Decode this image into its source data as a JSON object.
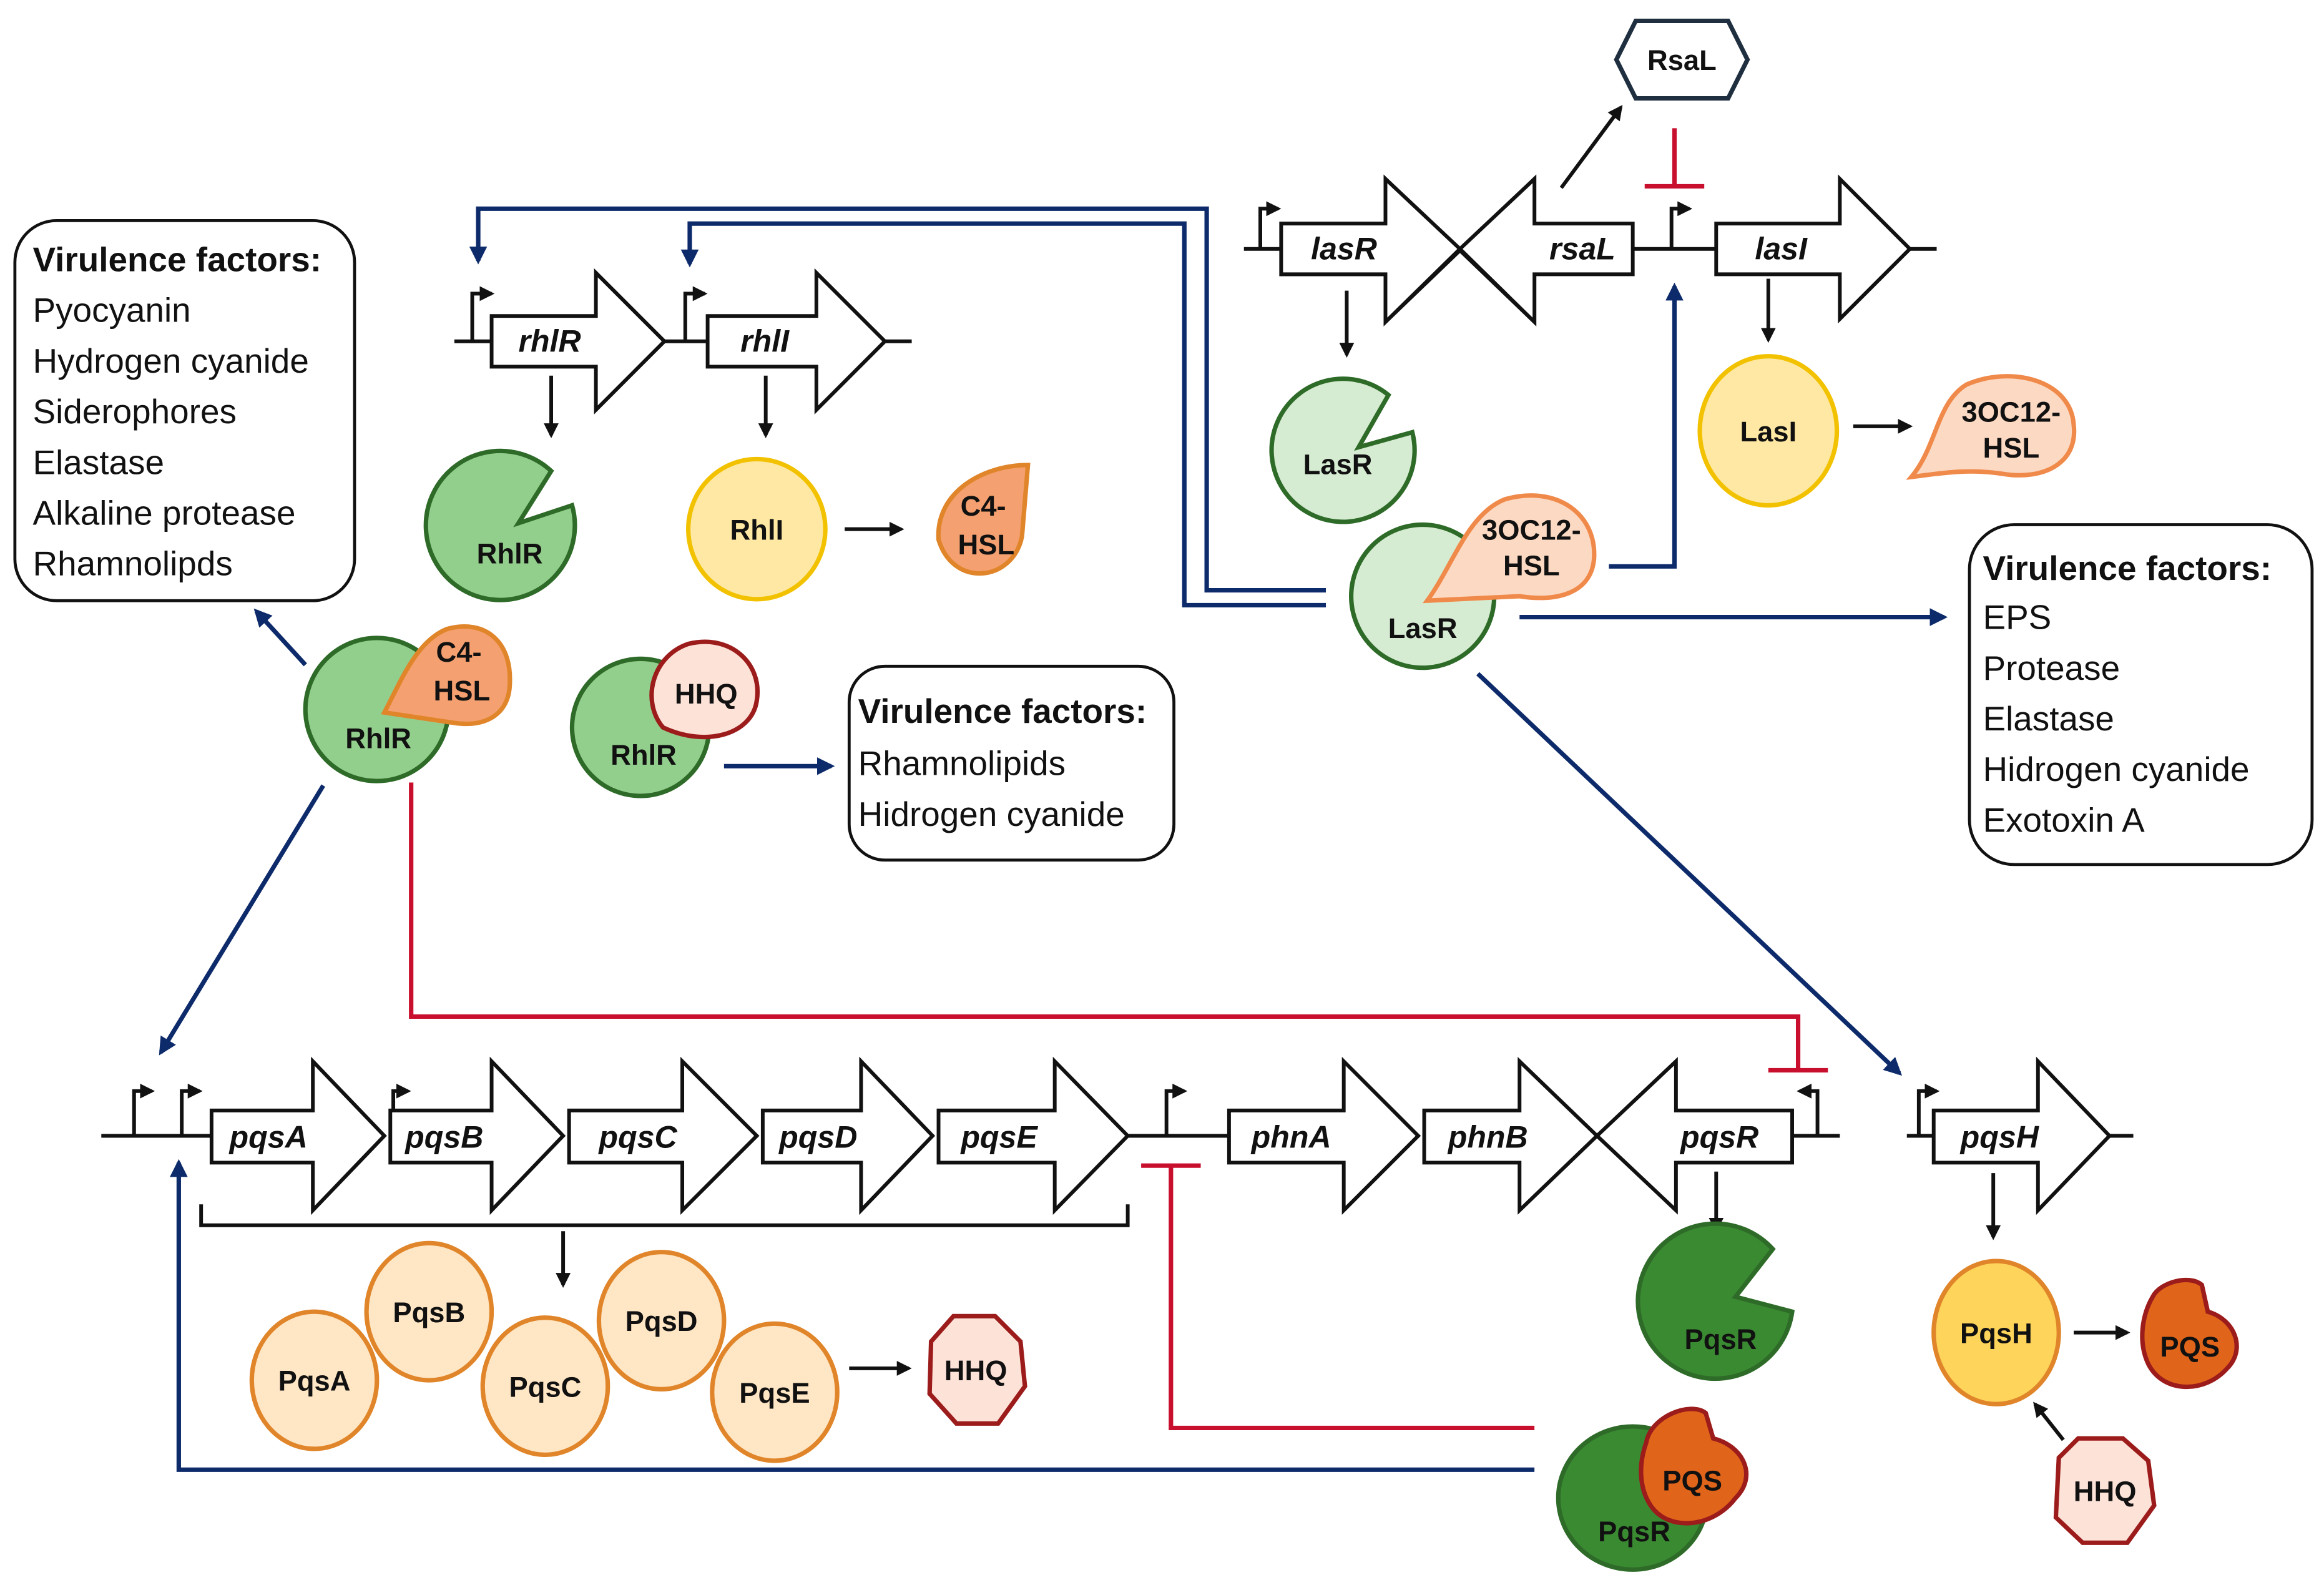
{
  "colors": {
    "activation_arrow": "#0d2b6b",
    "inhibition": "#c8102e",
    "receptor_light": "#d6ecd2",
    "receptor_mid": "#93cf8c",
    "receptor_dark": "#3a8a32",
    "receptor_stroke": "#2e6b28",
    "synthase_fill": "#ffe8a3",
    "synthase_stroke": "#f2c200",
    "pqs_enzyme_fill": "#ffe6c4",
    "pqs_enzyme_stroke": "#e0852a",
    "c4hsl_fill": "#f4a070",
    "oc12_fill": "#fcd9c3",
    "hhq_fill": "#fde2d8",
    "hhq_stroke": "#9c1b1b",
    "pqs_fill": "#e0641a",
    "rsal_stroke": "#1f2f3f"
  },
  "las_system": {
    "genes": {
      "lasR": "lasR",
      "rsaL": "rsaL",
      "lasI": "lasI"
    },
    "proteins": {
      "rsaL": "RsaL",
      "lasR": "LasR",
      "lasI": "LasI"
    },
    "signal": {
      "line1": "3OC12-",
      "line2": "HSL"
    },
    "complex": {
      "receptor": "LasR",
      "signal_line1": "3OC12-",
      "signal_line2": "HSL"
    }
  },
  "rhl_system": {
    "genes": {
      "rhlR": "rhlR",
      "rhlI": "rhlI"
    },
    "proteins": {
      "rhlR": "RhlR",
      "rhlI": "RhlI"
    },
    "signal": {
      "line1": "C4-",
      "line2": "HSL"
    },
    "complex_c4": {
      "receptor": "RhlR",
      "signal_line1": "C4-",
      "signal_line2": "HSL"
    },
    "complex_hhq": {
      "receptor": "RhlR",
      "signal": "HHQ"
    }
  },
  "pqs_system": {
    "genes": [
      "pqsA",
      "pqsB",
      "pqsC",
      "pqsD",
      "pqsE",
      "phnA",
      "phnB",
      "pqsR",
      "pqsH"
    ],
    "enzymes": [
      "PqsA",
      "PqsB",
      "PqsC",
      "PqsD",
      "PqsE"
    ],
    "hhq": "HHQ",
    "receptor": "PqsR",
    "complex": {
      "receptor": "PqsR",
      "signal": "PQS"
    },
    "pqsH": {
      "enzyme": "PqsH",
      "product": "PQS",
      "substrate": "HHQ"
    }
  },
  "virulence_boxes": {
    "rhl_c4": {
      "title": "Virulence factors:",
      "items": [
        "Pyocyanin",
        "Hydrogen cyanide",
        "Siderophores",
        "Elastase",
        "Alkaline protease",
        "Rhamnolipds"
      ]
    },
    "rhl_hhq": {
      "title": "Virulence factors:",
      "items": [
        "Rhamnolipids",
        "Hidrogen cyanide"
      ]
    },
    "las": {
      "title": "Virulence factors:",
      "items": [
        "EPS",
        "Protease",
        "Elastase",
        "Hidrogen cyanide",
        "Exotoxin A"
      ]
    }
  }
}
